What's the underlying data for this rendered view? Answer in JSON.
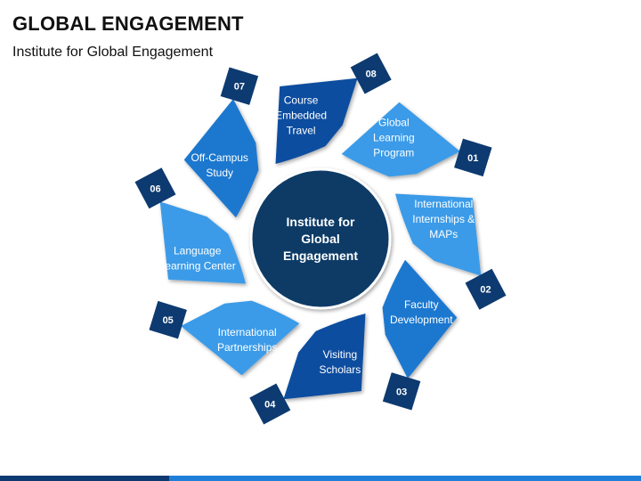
{
  "header": {
    "title": "GLOBAL ENGAGEMENT",
    "subtitle": "Institute for Global Engagement"
  },
  "center": {
    "lines": [
      "Institute for",
      "Global",
      "Engagement"
    ],
    "color": "#0d3a66"
  },
  "colors": {
    "light": "#3a9be8",
    "medium": "#1e78cf",
    "dark": "#0d4ea0",
    "tab": "#0d3a70",
    "footer_dark": "#0d3a70",
    "footer_light": "#1f7fd8"
  },
  "segments": [
    {
      "number": "01",
      "lines": [
        "Global",
        "Learning",
        "Program"
      ],
      "shade": "light"
    },
    {
      "number": "02",
      "lines": [
        "International",
        "Internships &",
        "MAPs"
      ],
      "shade": "light"
    },
    {
      "number": "03",
      "lines": [
        "Faculty",
        "Development"
      ],
      "shade": "medium"
    },
    {
      "number": "04",
      "lines": [
        "Visiting",
        "Scholars"
      ],
      "shade": "dark"
    },
    {
      "number": "05",
      "lines": [
        "International",
        "Partnerships"
      ],
      "shade": "light"
    },
    {
      "number": "06",
      "lines": [
        "Language",
        "Learning Center"
      ],
      "shade": "light"
    },
    {
      "number": "07",
      "lines": [
        "Off-Campus",
        "Study"
      ],
      "shade": "medium"
    },
    {
      "number": "08",
      "lines": [
        "Course",
        "Embedded",
        "Travel"
      ],
      "shade": "dark"
    }
  ]
}
